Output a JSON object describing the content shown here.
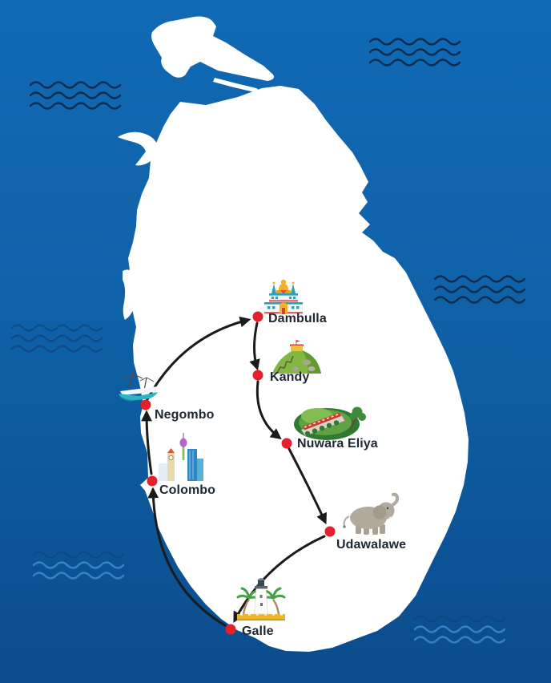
{
  "map": {
    "subject": "Sri Lanka travel route map",
    "island": "Sri Lanka"
  },
  "destinations": [
    {
      "name": "Negombo",
      "icon": "fishing-boat-icon"
    },
    {
      "name": "Dambulla",
      "icon": "golden-temple-icon"
    },
    {
      "name": "Kandy",
      "icon": "rock-fortress-icon"
    },
    {
      "name": "Nuwara Eliya",
      "icon": "arch-bridge-train-icon"
    },
    {
      "name": "Udawalawe",
      "icon": "elephant-icon"
    },
    {
      "name": "Galle",
      "icon": "lighthouse-icon"
    },
    {
      "name": "Colombo",
      "icon": "city-skyline-icon"
    }
  ],
  "route_order": [
    "Negombo",
    "Dambulla",
    "Kandy",
    "Nuwara Eliya",
    "Udawalawe",
    "Galle",
    "Colombo",
    "Negombo"
  ],
  "colors": {
    "sea_top": "#1169b4",
    "sea_bottom": "#0b4c8c",
    "island": "#ffffff",
    "route_line": "#1b1b1b",
    "stop_dot": "#e4202c",
    "label_text": "#1c2733",
    "wave_dark": "#0d2c4e",
    "wave_light": "#4da3dd"
  }
}
